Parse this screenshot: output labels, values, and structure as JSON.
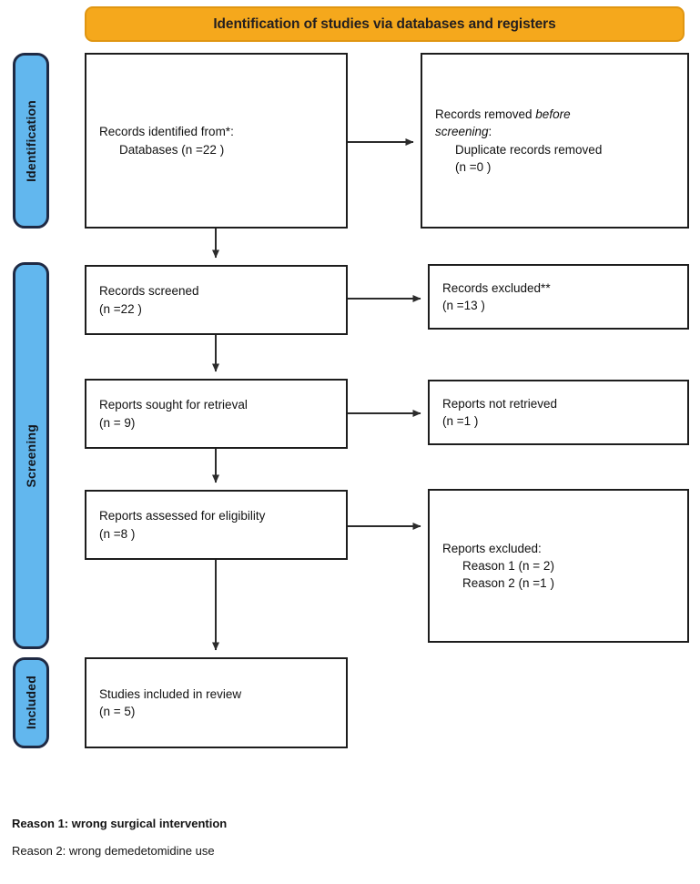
{
  "banner": {
    "title": "Identification of studies via databases and registers"
  },
  "rails": [
    {
      "name": "identification",
      "label": "Identification"
    },
    {
      "name": "screening",
      "label": "Screening"
    },
    {
      "name": "included",
      "label": "Included"
    }
  ],
  "boxes": {
    "records_identified": {
      "line1": "Records identified from*:",
      "line2": "Databases (n =22 )"
    },
    "records_removed": {
      "line1_a": "Records removed ",
      "line1_b": "before",
      "line2_a": "screening",
      "line2_b": ":",
      "line3": "Duplicate records removed",
      "line4": "(n =0 )"
    },
    "records_screened": {
      "line1": "Records screened",
      "line2": "(n =22 )"
    },
    "records_excluded": {
      "line1": "Records excluded**",
      "line2": "(n =13 )"
    },
    "reports_sought": {
      "line1": "Reports sought for retrieval",
      "line2": "(n = 9)"
    },
    "reports_not_retrieved": {
      "line1": "Reports not retrieved",
      "line2": "(n =1 )"
    },
    "reports_assessed": {
      "line1": "Reports assessed for eligibility",
      "line2": "(n =8 )"
    },
    "reports_excluded": {
      "line1": "Reports excluded:",
      "line2": "Reason 1 (n = 2)",
      "line3": "Reason 2 (n =1 )"
    },
    "studies_included": {
      "line1": "Studies included in review",
      "line2": "(n = 5)"
    }
  },
  "footnotes": [
    {
      "text": "Reason 1: wrong surgical intervention",
      "bold": true
    },
    {
      "text": "Reason 2: wrong demedetomidine use",
      "bold": false
    }
  ],
  "colors": {
    "banner_fill": "#F5A81C",
    "banner_border": "#E09612",
    "rail_fill": "#62B7EE",
    "rail_border": "#1F2A44",
    "box_border": "#1D1D1D",
    "connector": "#333333"
  }
}
